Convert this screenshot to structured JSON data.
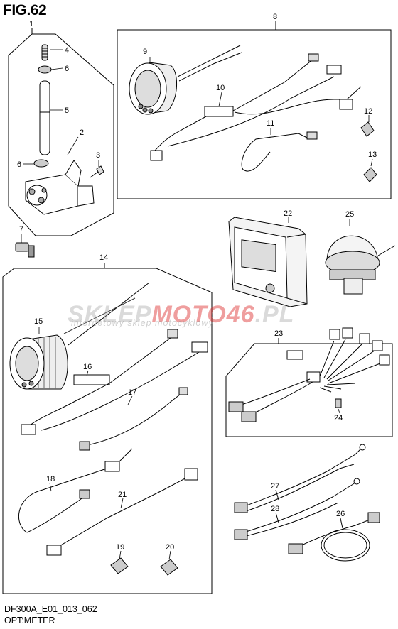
{
  "figure": {
    "title": "FIG.62",
    "code": "DF300A_E01_013_062",
    "subtitle": "OPT:METER"
  },
  "watermark": {
    "brand_a": "SKLEP",
    "brand_b": "MOTO",
    "brand_c": "46",
    "brand_d": ".PL",
    "tagline": "internetowy sklep motocyklowy"
  },
  "callouts": {
    "c1": "1",
    "c2": "2",
    "c3": "3",
    "c4": "4",
    "c5": "5",
    "c6a": "6",
    "c6b": "6",
    "c7": "7",
    "c8": "8",
    "c9": "9",
    "c10": "10",
    "c11": "11",
    "c12": "12",
    "c13": "13",
    "c14": "14",
    "c15": "15",
    "c16": "16",
    "c17": "17",
    "c18": "18",
    "c19": "19",
    "c20": "20",
    "c21": "21",
    "c22": "22",
    "c23": "23",
    "c24": "24",
    "c25": "25",
    "c26": "26",
    "c27": "27",
    "c28": "28"
  }
}
